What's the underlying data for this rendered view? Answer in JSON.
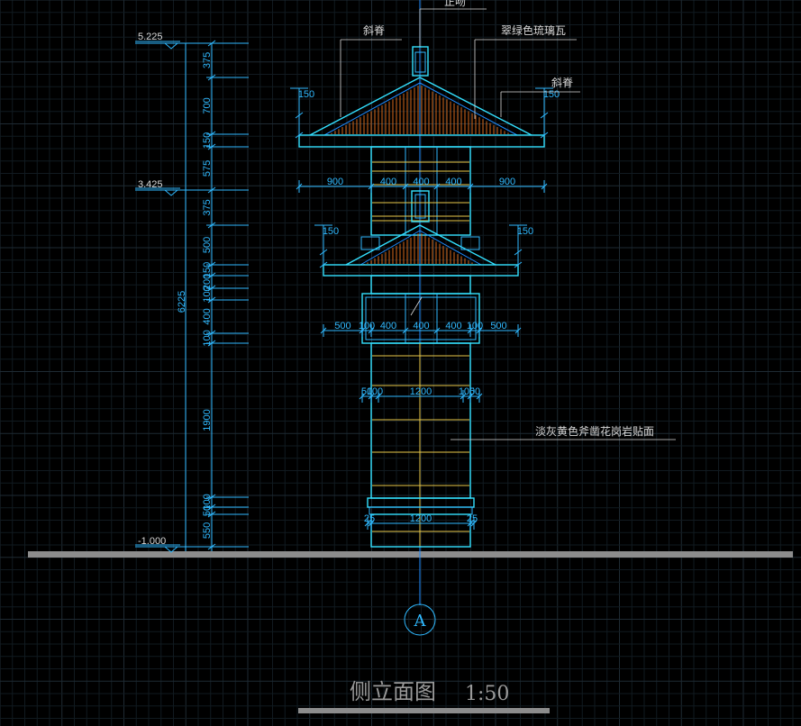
{
  "title": "侧立面图",
  "scale": "1:50",
  "axis_label": "A",
  "levels": [
    "5.225",
    "3.425",
    "-1.000"
  ],
  "notes": {
    "top": "正吻",
    "left_ridge": "斜脊",
    "glazed_tile": "翠绿色琉璃瓦",
    "right_ridge": "斜脊",
    "granite": "淡灰黄色斧凿花岗岩贴面"
  },
  "vertical_dims": [
    "375",
    "700",
    "150",
    "575",
    "375",
    "500",
    "150",
    "200",
    "100",
    "400",
    "100",
    "1900",
    "100",
    "50",
    "550"
  ],
  "total_height": "6225",
  "upper_roof_dims": [
    "900",
    "400",
    "400",
    "400",
    "900"
  ],
  "upper_eave_dims": [
    "150",
    "150"
  ],
  "lower_eave_dims": [
    "150",
    "150"
  ],
  "lower_roof_dims": [
    "500",
    "100",
    "400",
    "400",
    "400",
    "100",
    "500"
  ],
  "shaft_dims": [
    "50",
    "100",
    "1200",
    "100",
    "50"
  ],
  "base_dims": [
    "25",
    "1200",
    "25"
  ],
  "colors": {
    "cyan": "#33e0ff",
    "blue": "#2fb9ff",
    "yellow": "#e8c84a",
    "orange": "#d4691c",
    "ground": "#8c8c8c"
  }
}
